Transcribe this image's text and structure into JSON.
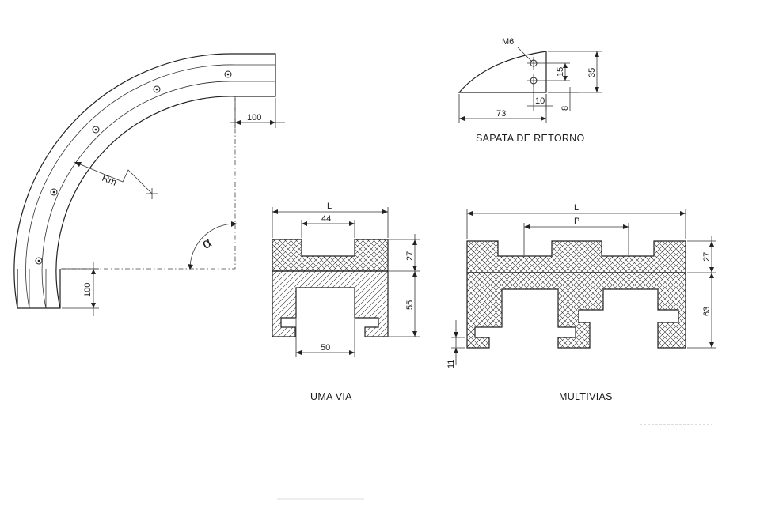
{
  "curve": {
    "dim_top": "100",
    "dim_left": "100",
    "radius_label": "Rm",
    "angle_label": "α"
  },
  "shoe": {
    "thread_label": "M6",
    "dim_width": "73",
    "dim_height": "35",
    "dim_hole_spacing": "15",
    "dim_edge_offset": "10",
    "dim_bottom_offset": "8",
    "caption": "SAPATA DE RETORNO"
  },
  "single": {
    "dim_L": "L",
    "dim_top_slot": "44",
    "dim_top_height": "27",
    "dim_body_height": "55",
    "dim_bottom_opening": "50",
    "caption": "UMA VIA"
  },
  "multi": {
    "dim_L": "L",
    "dim_P": "P",
    "dim_top_height": "27",
    "dim_body_height": "63",
    "dim_foot": "11",
    "caption": "MULTIVIAS"
  }
}
